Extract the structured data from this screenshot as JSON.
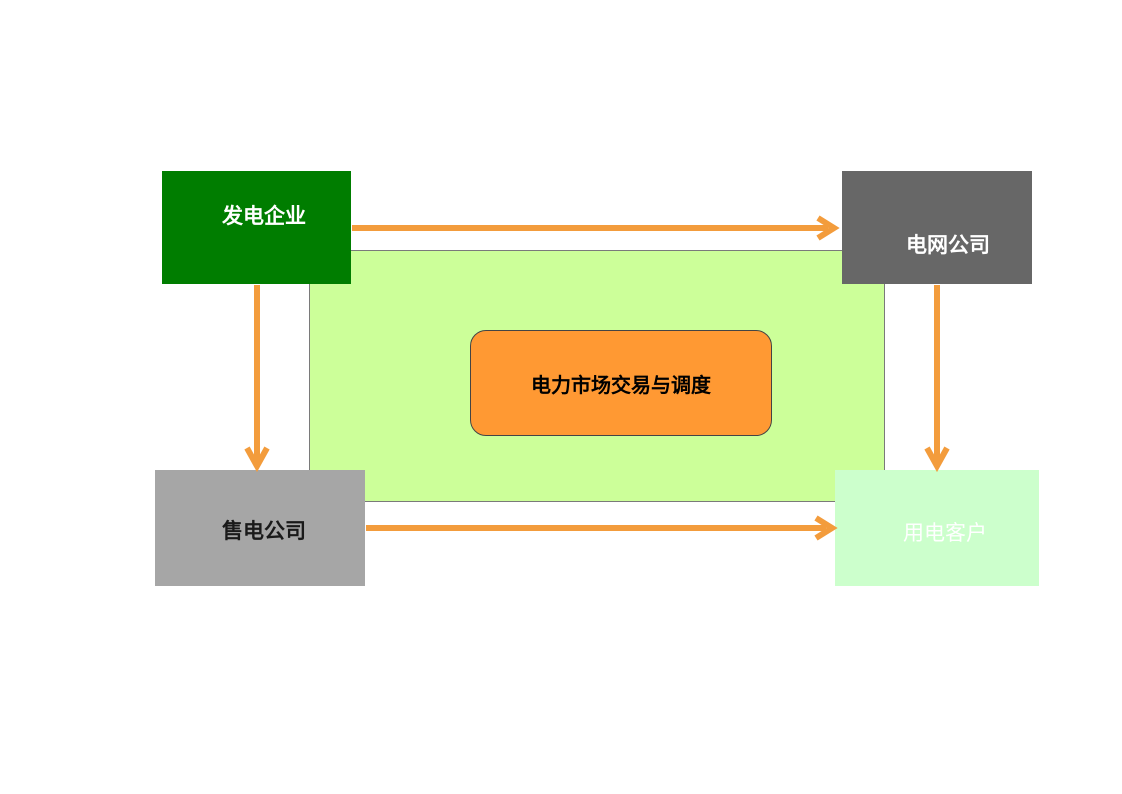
{
  "nodes": {
    "generator": "发电企业",
    "grid": "电网公司",
    "retailer": "售电公司",
    "user": "用电客户",
    "center": "电力市场交易与调度"
  },
  "colors": {
    "generator_bg": "#007d00",
    "grid_bg": "#676767",
    "retailer_bg": "#a6a6a6",
    "user_bg": "#ccffcc",
    "center_panel_bg": "#ccff99",
    "center_box_bg": "#ff9933",
    "arrow": "#f39c3c"
  },
  "edges": [
    {
      "from": "generator",
      "to": "grid"
    },
    {
      "from": "generator",
      "to": "retailer"
    },
    {
      "from": "grid",
      "to": "user"
    },
    {
      "from": "retailer",
      "to": "user"
    }
  ]
}
